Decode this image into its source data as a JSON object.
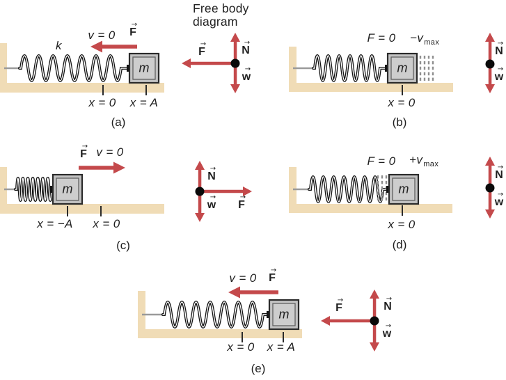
{
  "figure": {
    "header": {
      "line1": "Free body",
      "line2": "diagram"
    },
    "symbols": {
      "vec_arrow": "→"
    },
    "colors": {
      "arrow_red": "#c4494b",
      "surface_tan": "#f0dcb6",
      "dash_gray": "#8f8f8f",
      "mass_gray": "#c3c3c3",
      "spring_black": "#141414"
    },
    "panels": {
      "a": {
        "caption": "(a)",
        "spring_constant": "k",
        "velocity_label": "v = 0",
        "applied_force": "F",
        "mass_label": "m",
        "tick_left": "x = 0",
        "tick_right": "x = A",
        "fbd": {
          "normal": "N",
          "weight": "w",
          "spring_force": "F"
        }
      },
      "b": {
        "caption": "(b)",
        "force_label": "F = 0",
        "velocity_main": "−v",
        "velocity_sub": "max",
        "mass_label": "m",
        "tick": "x = 0",
        "fbd": {
          "normal": "N",
          "weight": "w"
        }
      },
      "c": {
        "caption": "(c)",
        "velocity_label": "v = 0",
        "applied_force": "F",
        "mass_label": "m",
        "tick_left": "x = −A",
        "tick_right": "x = 0",
        "fbd": {
          "normal": "N",
          "weight": "w",
          "spring_force": "F"
        }
      },
      "d": {
        "caption": "(d)",
        "force_label": "F = 0",
        "velocity_main": "+v",
        "velocity_sub": "max",
        "mass_label": "m",
        "tick": "x = 0",
        "fbd": {
          "normal": "N",
          "weight": "w"
        }
      },
      "e": {
        "caption": "(e)",
        "velocity_label": "v = 0",
        "applied_force": "F",
        "mass_label": "m",
        "tick_left": "x = 0",
        "tick_right": "x = A",
        "fbd": {
          "normal": "N",
          "weight": "w",
          "spring_force": "F"
        }
      }
    }
  }
}
